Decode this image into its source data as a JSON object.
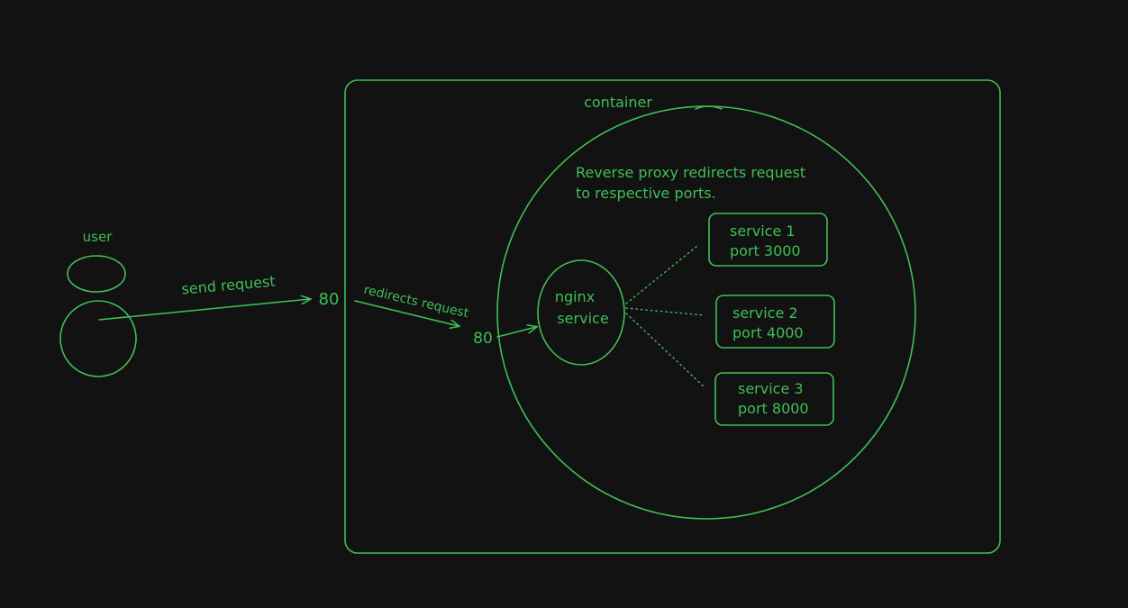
{
  "diagram": {
    "user_label": "user",
    "send_request_label": "send request",
    "port_outer": "80",
    "redirects_request_label": "redirects request",
    "port_inner": "80",
    "container_label": "container",
    "note_line1": "Reverse proxy redirects request",
    "note_line2": "to respective ports.",
    "nginx_line1": "nginx",
    "nginx_line2": "service",
    "services": [
      {
        "name": "service 1",
        "port": "port 3000"
      },
      {
        "name": "service 2",
        "port": "port 4000"
      },
      {
        "name": "service 3",
        "port": "port 8000"
      }
    ]
  },
  "colors": {
    "background": "#121212",
    "stroke": "#3fbf55"
  }
}
